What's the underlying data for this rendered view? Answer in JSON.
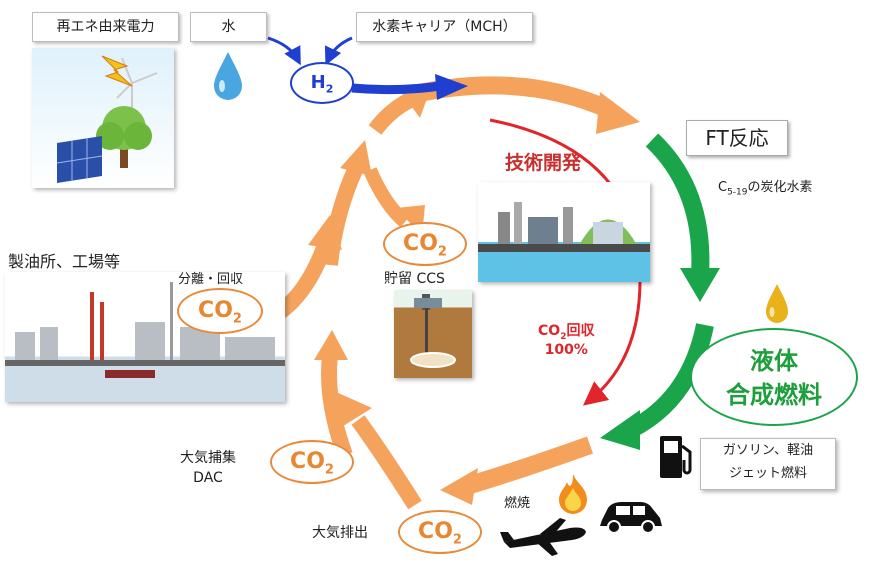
{
  "labels": {
    "renewable": "再エネ由来電力",
    "water": "水",
    "carrier": "水素キャリア（MCH）",
    "h2": "H",
    "h2_sub": "2",
    "ft": "FT反応",
    "hydrocarbon_pre": "C",
    "hydrocarbon_sub": "5-19",
    "hydrocarbon_post": "の炭化水素",
    "tech": "技術開発",
    "refinery": "製油所、工場等",
    "separation": "分離・回収",
    "storage": "貯留 CCS",
    "recovery_line1_pre": "CO",
    "recovery_line1_sub": "2",
    "recovery_line1_post": "回収",
    "recovery_line2": "100%",
    "liquid_line1": "液体",
    "liquid_line2": "合成燃料",
    "fuels_line1": "ガソリン、軽油",
    "fuels_line2": "ジェット燃料",
    "combustion": "燃焼",
    "dac_line1": "大気捕集",
    "dac_line2": "DAC",
    "emission": "大気排出",
    "co2_main": "CO",
    "co2_sub": "2"
  },
  "colors": {
    "orange_arrow": "#f5a35c",
    "green_arrow": "#1aa54a",
    "blue_arrow": "#1f3fd1",
    "red_arrow": "#e0262b",
    "liquid_text": "#1e9e3c",
    "co2_text": "#e8872f",
    "tech_text": "#c8302f"
  }
}
